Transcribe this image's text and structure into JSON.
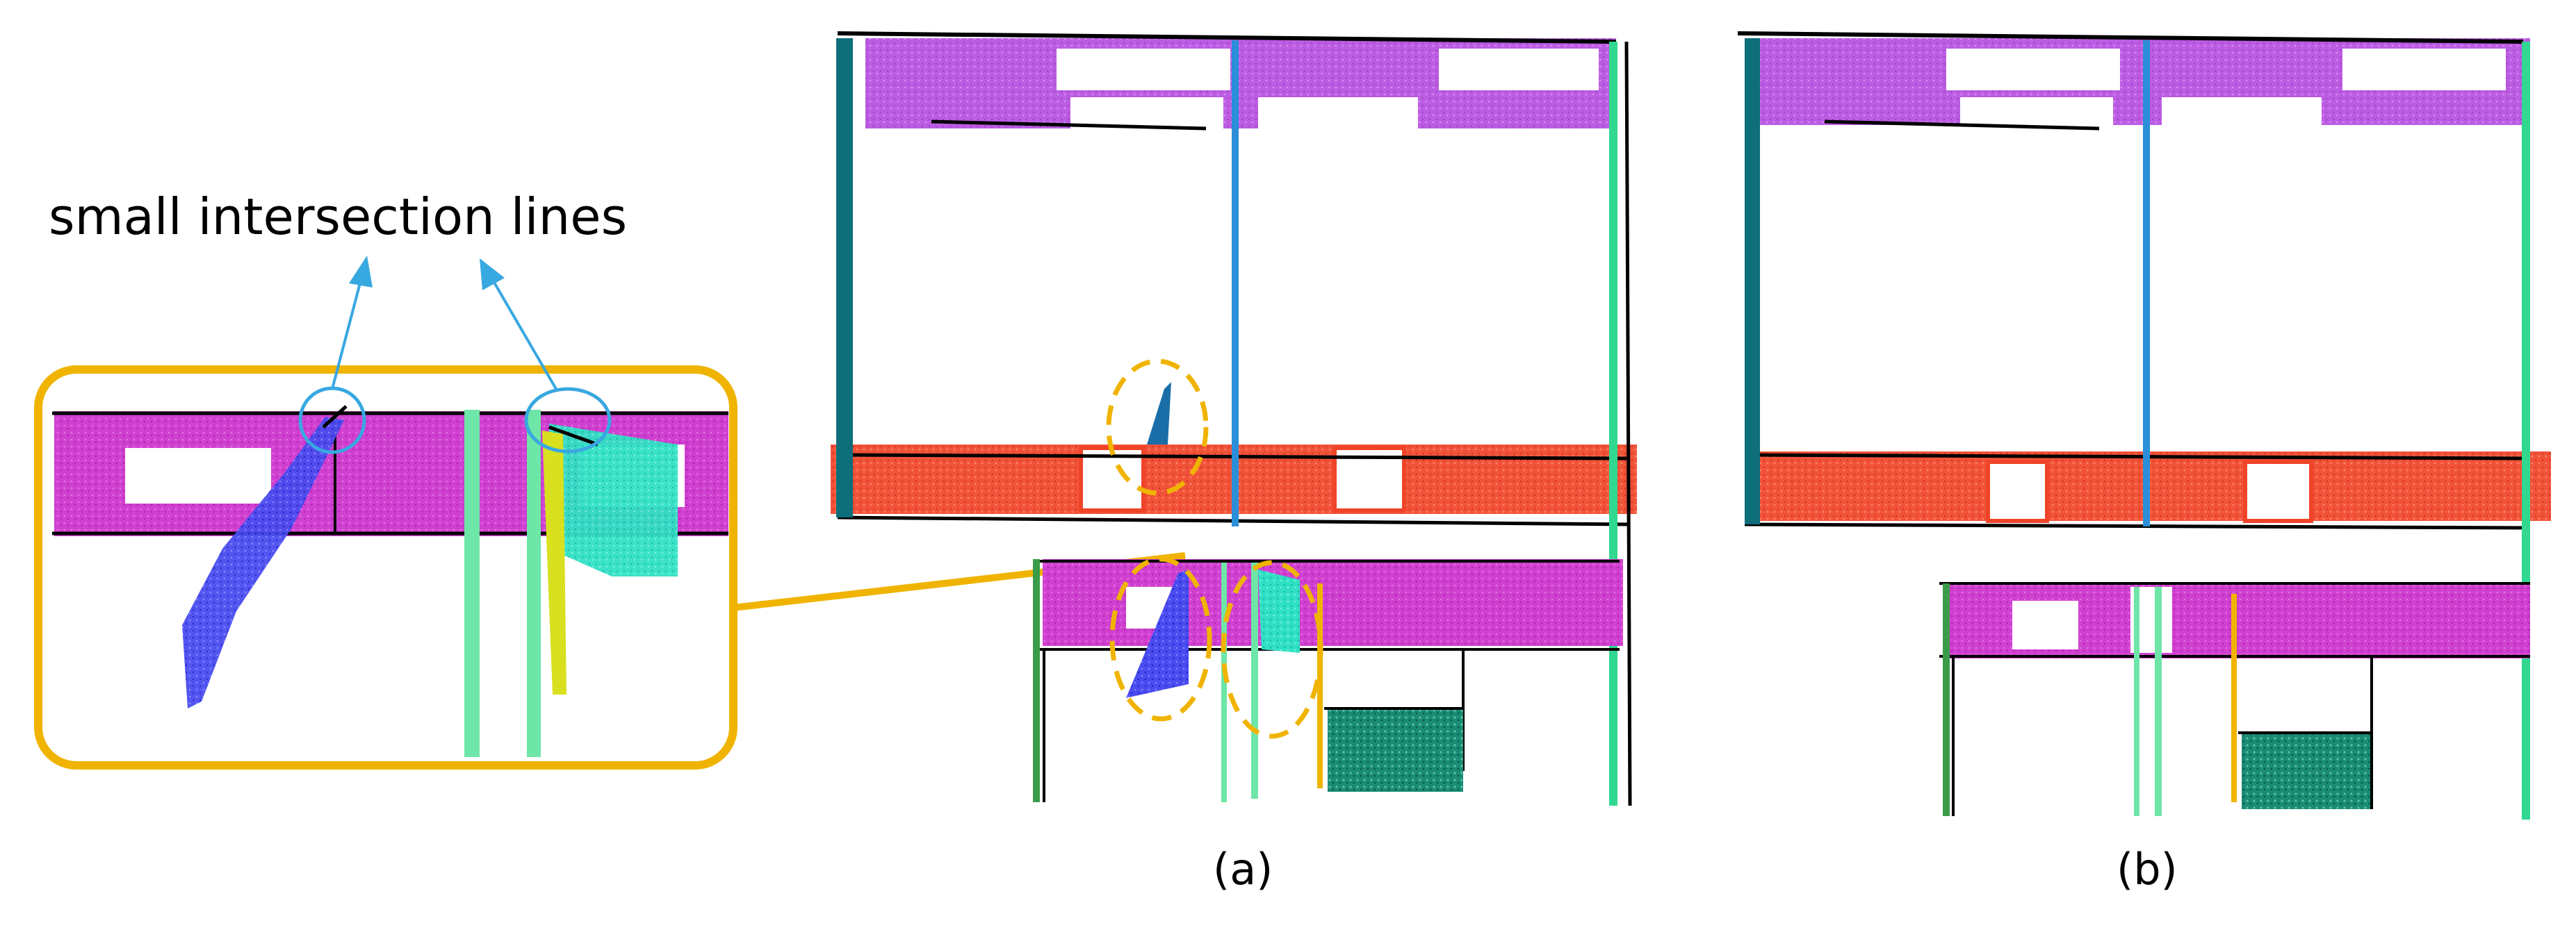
{
  "annotation": {
    "text": "small intersection lines"
  },
  "panels": [
    {
      "id": "a",
      "label": "(a)"
    },
    {
      "id": "b",
      "label": "(b)"
    }
  ],
  "colors": {
    "magenta": "#cc33cc",
    "violet": "#b040e0",
    "red": "#f03c28",
    "blue": "#4848f0",
    "cyan": "#28e0c8",
    "teal": "#0e6e7a",
    "sky": "#2a8fd8",
    "green": "#30d890",
    "darkgreen": "#1a8c74",
    "orange": "#f0b400",
    "callout": "#38a8e0"
  }
}
